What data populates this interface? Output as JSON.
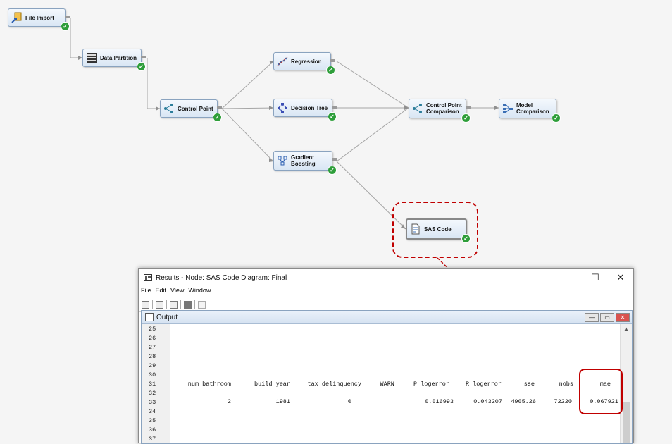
{
  "diagram": {
    "nodes": [
      {
        "id": "file-import",
        "label": [
          "File Import"
        ]
      },
      {
        "id": "data-partition",
        "label": [
          "Data Partition"
        ]
      },
      {
        "id": "control-point",
        "label": [
          "Control Point"
        ]
      },
      {
        "id": "regression",
        "label": [
          "Regression"
        ]
      },
      {
        "id": "decision-tree",
        "label": [
          "Decision Tree"
        ]
      },
      {
        "id": "gradient-boosting",
        "label": [
          "Gradient",
          "Boosting"
        ]
      },
      {
        "id": "control-point-comparison",
        "label": [
          "Control Point",
          "Comparison"
        ]
      },
      {
        "id": "model-comparison",
        "label": [
          "Model",
          "Comparison"
        ]
      },
      {
        "id": "sas-code",
        "label": [
          "SAS Code"
        ]
      }
    ]
  },
  "window": {
    "title": "Results - Node: SAS Code  Diagram: Final",
    "controls": {
      "minimize": "—",
      "maximize": "☐",
      "close": "✕"
    },
    "menu": [
      "File",
      "Edit",
      "View",
      "Window"
    ],
    "output": {
      "title": "Output",
      "line_numbers": [
        "25",
        "26",
        "27",
        "28",
        "29",
        "30",
        "31",
        "32",
        "33",
        "34",
        "35",
        "36",
        "37"
      ],
      "header": [
        "num_bathroom",
        "build_year",
        "tax_delinquency",
        "_WARN_",
        "P_logerror",
        "R_logerror",
        "sse",
        "nobs",
        "mae"
      ],
      "row": [
        "2",
        "1981",
        "0",
        "",
        "0.016993",
        "0.043207",
        "4905.26",
        "72220",
        "0.067921"
      ]
    }
  },
  "colors": {
    "annotation": "#c00000",
    "check": "#2e9e3a",
    "node_border": "#8aa3bf"
  }
}
